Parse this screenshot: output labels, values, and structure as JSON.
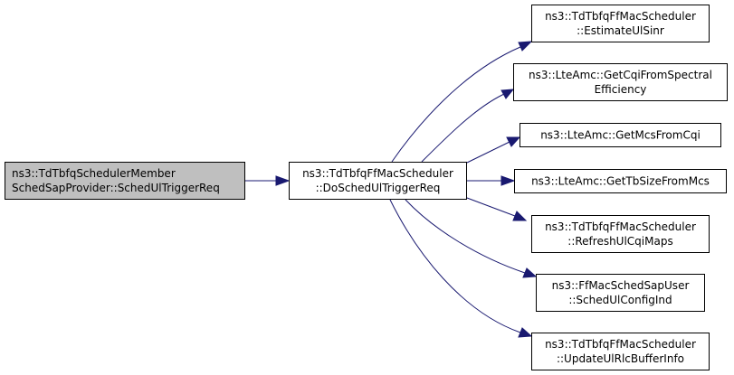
{
  "colors": {
    "background": "#ffffff",
    "root_fill": "#bfbfbf",
    "node_fill": "#ffffff",
    "node_border": "#000000",
    "edge": "#191970"
  },
  "nodes": {
    "root": {
      "lines": [
        "ns3::TdTbfqSchedulerMember",
        "SchedSapProvider::SchedUlTriggerReq"
      ]
    },
    "do_sched": {
      "lines": [
        "ns3::TdTbfqFfMacScheduler",
        "::DoSchedUlTriggerReq"
      ]
    },
    "estimate": {
      "lines": [
        "ns3::TdTbfqFfMacScheduler",
        "::EstimateUlSinr"
      ]
    },
    "get_cqi": {
      "lines": [
        "ns3::LteAmc::GetCqiFromSpectral",
        "Efficiency"
      ]
    },
    "get_mcs": {
      "lines": [
        "ns3::LteAmc::GetMcsFromCqi"
      ]
    },
    "get_tb": {
      "lines": [
        "ns3::LteAmc::GetTbSizeFromMcs"
      ]
    },
    "refresh": {
      "lines": [
        "ns3::TdTbfqFfMacScheduler",
        "::RefreshUlCqiMaps"
      ]
    },
    "sched_ul": {
      "lines": [
        "ns3::FfMacSchedSapUser",
        "::SchedUlConfigInd"
      ]
    },
    "update": {
      "lines": [
        "ns3::TdTbfqFfMacScheduler",
        "::UpdateUlRlcBufferInfo"
      ]
    }
  }
}
